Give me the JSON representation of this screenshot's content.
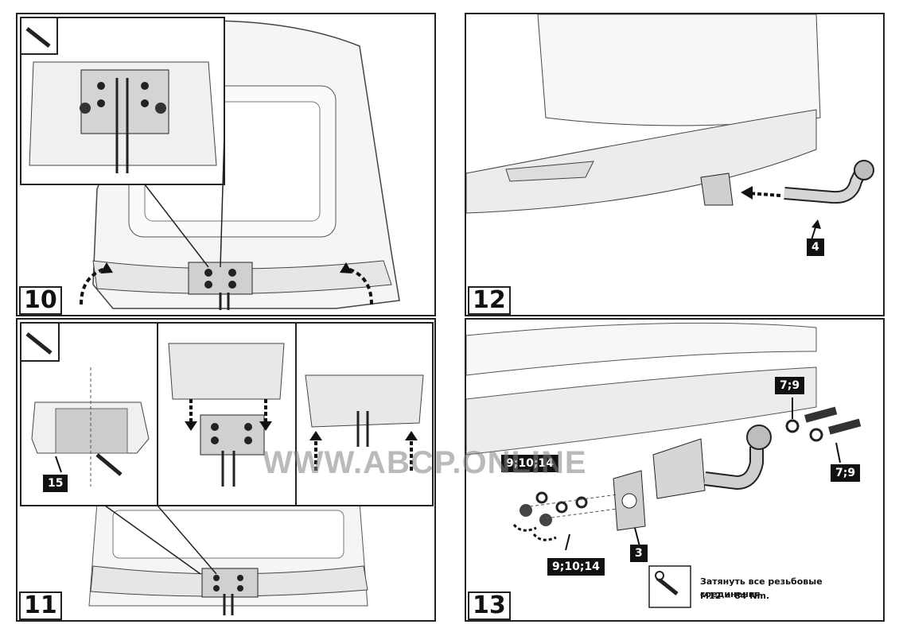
{
  "steps": {
    "s10": "10",
    "s11": "11",
    "s12": "12",
    "s13": "13"
  },
  "part_tags": {
    "p15": "15",
    "p4": "4",
    "p3": "3",
    "p9_10_14_top": "9;10;14",
    "p9_10_14_bottom": "9;10;14",
    "p7_9_top": "7;9",
    "p7_9_right": "7;9"
  },
  "torque_note": {
    "line1": "Затянуть все резьбовые соединения",
    "line2": "M12 = 84 Nm."
  },
  "watermark": "WWW.ABCP.ONLINE",
  "colors": {
    "line": "#222222",
    "part_fill": "#d9d9d9",
    "body_fill": "#f2f2f2",
    "arrow": "#111111"
  }
}
